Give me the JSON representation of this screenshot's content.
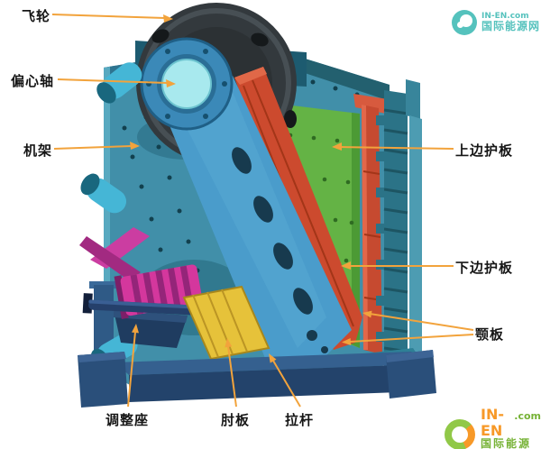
{
  "diagram": {
    "labels": {
      "flywheel": "飞轮",
      "eccentric_shaft": "偏心轴",
      "frame": "机架",
      "upper_side_guard": "上边护板",
      "lower_side_guard": "下边护板",
      "jaw_plate": "颚板",
      "adjusting_seat": "调整座",
      "toggle_plate": "肘板",
      "tension_rod": "拉杆"
    }
  },
  "watermark_top": {
    "site_en": "IN-EN.com",
    "site_cn": "国际能源网"
  },
  "watermark_bottom": {
    "brand": "IN-EN",
    "brand_suffix": ".com",
    "site_cn": "国际能源网"
  },
  "colors": {
    "leader_line": "#F2A33C",
    "label_text": "#161616",
    "watermark_teal": "#2BB3AD",
    "watermark_green": "#6FAE2B",
    "watermark_orange": "#F7941D",
    "machine_body_teal": "#418FA9",
    "side_liner_green": "#64B345",
    "jaw_plate_red": "#CC4A2E",
    "toggle_yellow": "#E6C23A",
    "motor_magenta": "#D4379D",
    "flywheel_dark": "#33393D",
    "eccentric_cyan": "#A8E9EE",
    "base_navy": "#23436B"
  }
}
